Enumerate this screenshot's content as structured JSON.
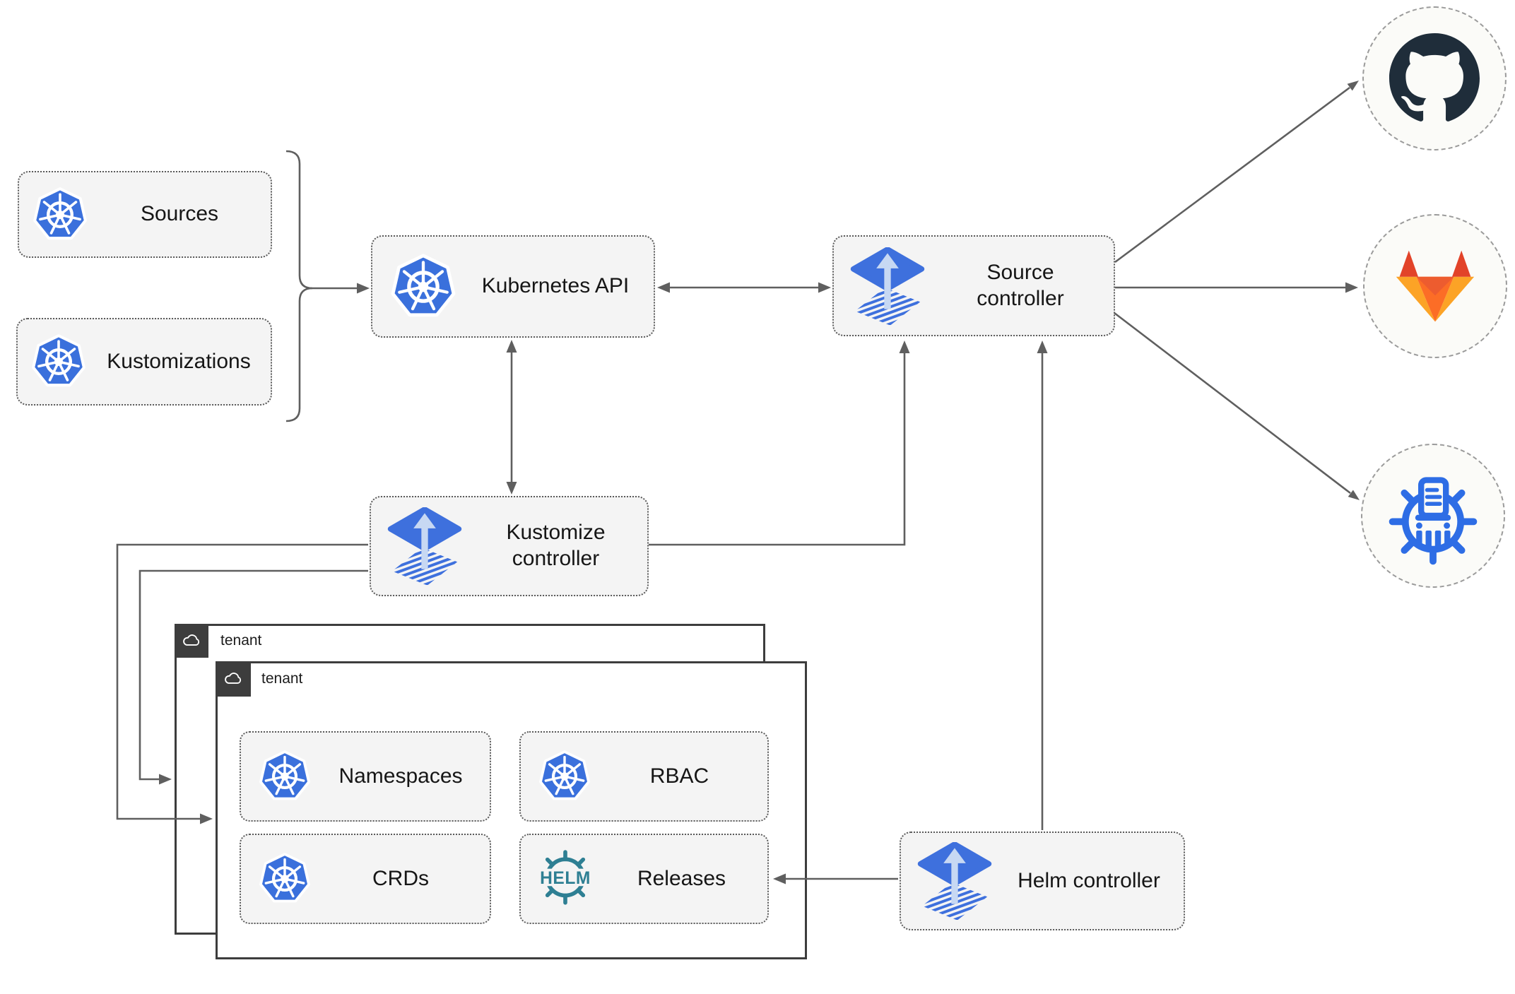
{
  "nodes": {
    "sources": {
      "label": "Sources",
      "icon": "kubernetes-icon"
    },
    "kustomizations": {
      "label": "Kustomizations",
      "icon": "kubernetes-icon"
    },
    "kubernetes_api": {
      "label": "Kubernetes API",
      "icon": "kubernetes-icon"
    },
    "source_controller": {
      "label": "Source controller",
      "icon": "flux-icon"
    },
    "kustomize_controller": {
      "label": "Kustomize controller",
      "icon": "flux-icon"
    },
    "helm_controller": {
      "label": "Helm controller",
      "icon": "flux-icon"
    },
    "tenant_back": {
      "label": "tenant",
      "icon": "cloud-icon"
    },
    "tenant_front": {
      "label": "tenant",
      "icon": "cloud-icon"
    },
    "namespaces": {
      "label": "Namespaces",
      "icon": "kubernetes-icon"
    },
    "rbac": {
      "label": "RBAC",
      "icon": "kubernetes-icon"
    },
    "crds": {
      "label": "CRDs",
      "icon": "kubernetes-icon"
    },
    "releases": {
      "label": "Releases",
      "icon": "helm-icon",
      "logo_text": "HELM"
    }
  },
  "external_targets": [
    {
      "icon": "github-icon"
    },
    {
      "icon": "gitlab-icon"
    },
    {
      "icon": "chartmuseum-icon"
    }
  ],
  "edges": [
    {
      "from": "sources+kustomizations",
      "to": "kubernetes-api",
      "style": "arrow"
    },
    {
      "from": "kubernetes-api",
      "to": "source-controller",
      "style": "double-arrow"
    },
    {
      "from": "kubernetes-api",
      "to": "kustomize-controller",
      "style": "double-arrow"
    },
    {
      "from": "kustomize-controller",
      "to": "source-controller",
      "style": "arrow"
    },
    {
      "from": "helm-controller",
      "to": "source-controller",
      "style": "arrow"
    },
    {
      "from": "helm-controller",
      "to": "releases",
      "style": "arrow"
    },
    {
      "from": "kustomize-controller",
      "to": "tenant-front",
      "style": "arrow"
    },
    {
      "from": "kustomize-controller",
      "to": "tenant-back",
      "style": "arrow"
    },
    {
      "from": "source-controller",
      "to": "github",
      "style": "arrow"
    },
    {
      "from": "source-controller",
      "to": "gitlab",
      "style": "arrow"
    },
    {
      "from": "source-controller",
      "to": "chartmuseum",
      "style": "arrow"
    }
  ],
  "colors": {
    "kubernetes_blue": "#3a70dc",
    "flux_blue": "#3e70dd",
    "flux_arrow_light": "#c7d8f3",
    "helm_teal": "#2e7f93",
    "github_dark": "#1f2d3a",
    "gitlab_dark_orange": "#e24329",
    "gitlab_orange": "#fc6d26",
    "gitlab_light_orange": "#fca326",
    "chartmuseum_blue": "#2e6de5",
    "connector_gray": "#5f5f5f",
    "node_fill": "#f4f4f4",
    "node_border": "#5a5a5a",
    "tenant_dark": "#3d3d3d"
  }
}
